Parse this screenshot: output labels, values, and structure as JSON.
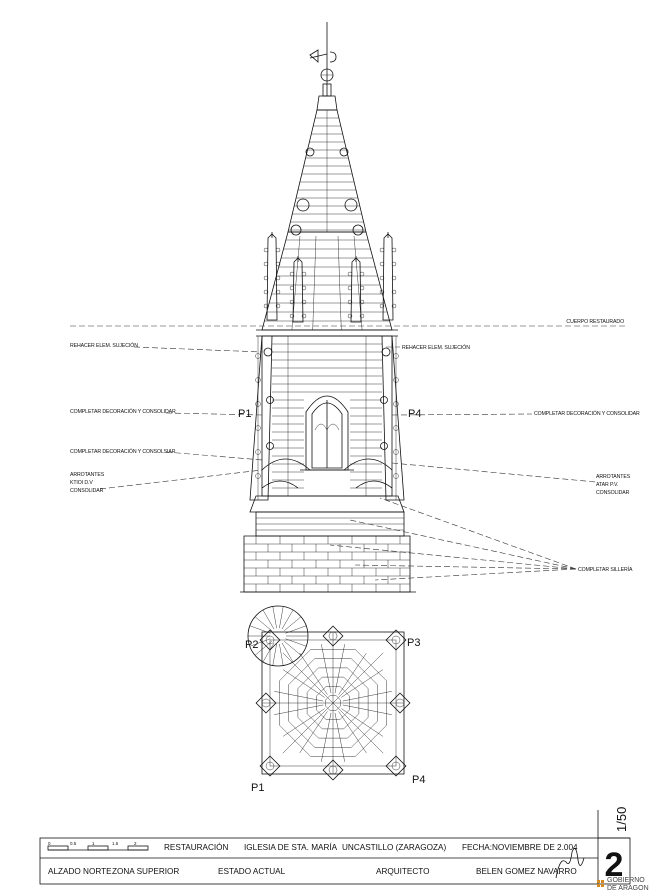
{
  "annotations": {
    "cuerpo_restaurado": "CUERPO RESTAURADO",
    "rehacer_left": "REHACER ELEM. SUJECIÓN",
    "rehacer_right": "REHACER ELEM. SUJECIÓN",
    "completar_left": "COMPLETAR DECORACIÓN Y CONSOLIDAR",
    "completar_right": "COMPLETAR DECORACIÓN Y CONSOLIDAR",
    "completar_consolsiar": "COMPLETAR DECORACIÓN Y CONSOLSIAR",
    "arrotantes_left": [
      "ARROTANTES",
      "KTIOI D.V",
      "CONSOLIDAR"
    ],
    "arrotantes_right": [
      "ARROTANTES",
      "ATAR P.V.",
      "CONSOLIDAR"
    ],
    "completar_silleria": "COMPLETAR SILLERÍA"
  },
  "points": {
    "p1_elev": "P1",
    "p4_elev": "P4",
    "p2_plan": "P2",
    "p3_plan": "P3",
    "p1_plan": "P1",
    "p4_plan": "P4"
  },
  "title_block": {
    "scale_ticks": [
      "0",
      "0.5",
      "1",
      "1.5",
      "2"
    ],
    "restauracion": "RESTAURACIÓN",
    "iglesia": "IGLESIA DE STA. MARÍA",
    "location": "UNCASTILLO (ZARAGOZA)",
    "fecha_label": "FECHA:",
    "fecha_value": "NOVIEMBRE DE 2.004",
    "alzado": "ALZADO NORTE",
    "zona": "ZONA SUPERIOR",
    "estado": "ESTADO ACTUAL",
    "arquitecto": "ARQUITECTO",
    "architect_name": "BELEN GOMEZ NAVARRO",
    "sheet_number": "2",
    "scale": "1/50",
    "logo_line1": "GOBIERNO",
    "logo_line2": "DE ARAGON"
  }
}
